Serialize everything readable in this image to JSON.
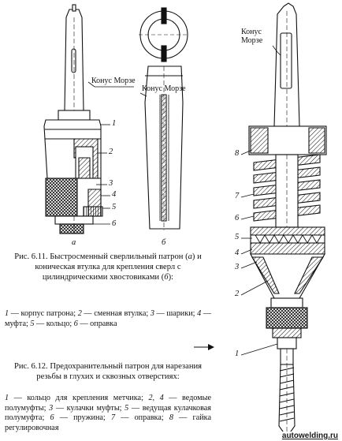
{
  "figure_611": {
    "labels": {
      "morse_taper_a": "Конус Морзе",
      "morse_taper_b": "Конус Морзе",
      "part_1": "1",
      "part_2": "2",
      "part_3": "3",
      "part_4": "4",
      "part_5": "5",
      "part_6": "6",
      "sub_a": "а",
      "sub_b": "б"
    },
    "caption": {
      "prefix": "Рис. 6.11. Быстросменный сверлильный патрон (",
      "a": "а",
      "middle": ") и коническая втулка для крепления сверл с цилиндрическими хвостовиками (",
      "b": "б",
      "suffix": "):"
    },
    "legend": [
      {
        "num": "1",
        "text": " — корпус патрона; "
      },
      {
        "num": "2",
        "text": " — сменная втулка; "
      },
      {
        "num": "3",
        "text": " — шарики; "
      },
      {
        "num": "4",
        "text": " — муфта; "
      },
      {
        "num": "5",
        "text": " — кольцо; "
      },
      {
        "num": "6",
        "text": " — оправка"
      }
    ]
  },
  "figure_612": {
    "labels": {
      "morse_taper": "Конус Морзе",
      "part_1": "1",
      "part_2": "2",
      "part_3": "3",
      "part_4": "4",
      "part_5": "5",
      "part_6": "6",
      "part_7": "7",
      "part_8": "8"
    },
    "caption": "Рис. 6.12. Предохранительный патрон для нарезания резьбы в глухих и сквозных отверстиях:",
    "legend": [
      {
        "num": "1",
        "text": " — кольцо для крепления метчика; "
      },
      {
        "num": "2, 4",
        "text": " — ведомые полумуфты; "
      },
      {
        "num": "3",
        "text": " — кулачки муфты; "
      },
      {
        "num": "5",
        "text": " — ведущая кулачковая полумуфта; "
      },
      {
        "num": "6",
        "text": " — пружина; "
      },
      {
        "num": "7",
        "text": " — оправка; "
      },
      {
        "num": "8",
        "text": " — гайка регулировочная"
      }
    ]
  },
  "watermark": "autowelding.ru"
}
